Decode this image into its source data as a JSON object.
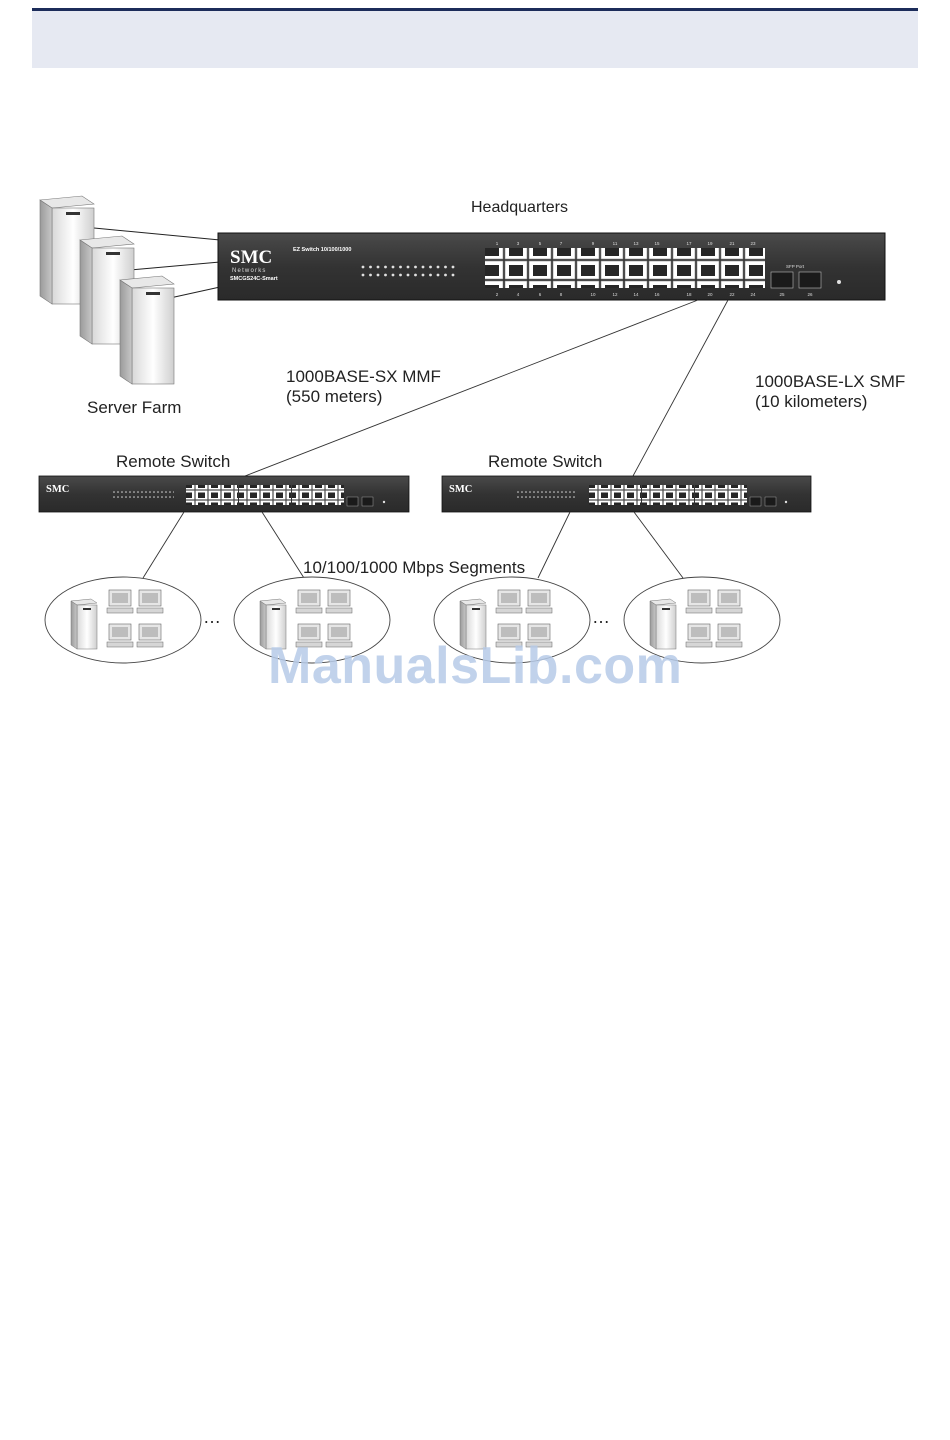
{
  "diagram": {
    "headquarters_label": "Headquarters",
    "server_farm_label": "Server Farm",
    "sx_label_line1": "1000BASE-SX MMF",
    "sx_label_line2": "(550 meters)",
    "lx_label_line1": "1000BASE-LX SMF",
    "lx_label_line2": "(10 kilometers)",
    "remote_switch_left_label": "Remote Switch",
    "remote_switch_right_label": "Remote Switch",
    "segments_label": "10/100/1000 Mbps Segments",
    "ellipsis": "…",
    "switch_brand": "SMC",
    "switch_brand_sub": "Networks",
    "hq_switch_series": "EZ Switch 10/100/1000",
    "hq_switch_model": "SMCGS24C-Smart",
    "sfp_label": "SFP Port",
    "port_numbers_top": [
      "1",
      "3",
      "5",
      "7",
      "9",
      "11",
      "13",
      "15",
      "17",
      "19",
      "21",
      "23"
    ],
    "port_numbers_bottom": [
      "2",
      "4",
      "6",
      "8",
      "10",
      "12",
      "14",
      "16",
      "18",
      "20",
      "22",
      "24"
    ],
    "sfp_numbers": [
      "25",
      "26"
    ]
  },
  "watermark": "ManualsLib.com",
  "colors": {
    "header_band": "#e6e9f2",
    "header_rule": "#1c2c5a",
    "switch_body": "#3a3a3a",
    "watermark": "#b7cbe8"
  }
}
